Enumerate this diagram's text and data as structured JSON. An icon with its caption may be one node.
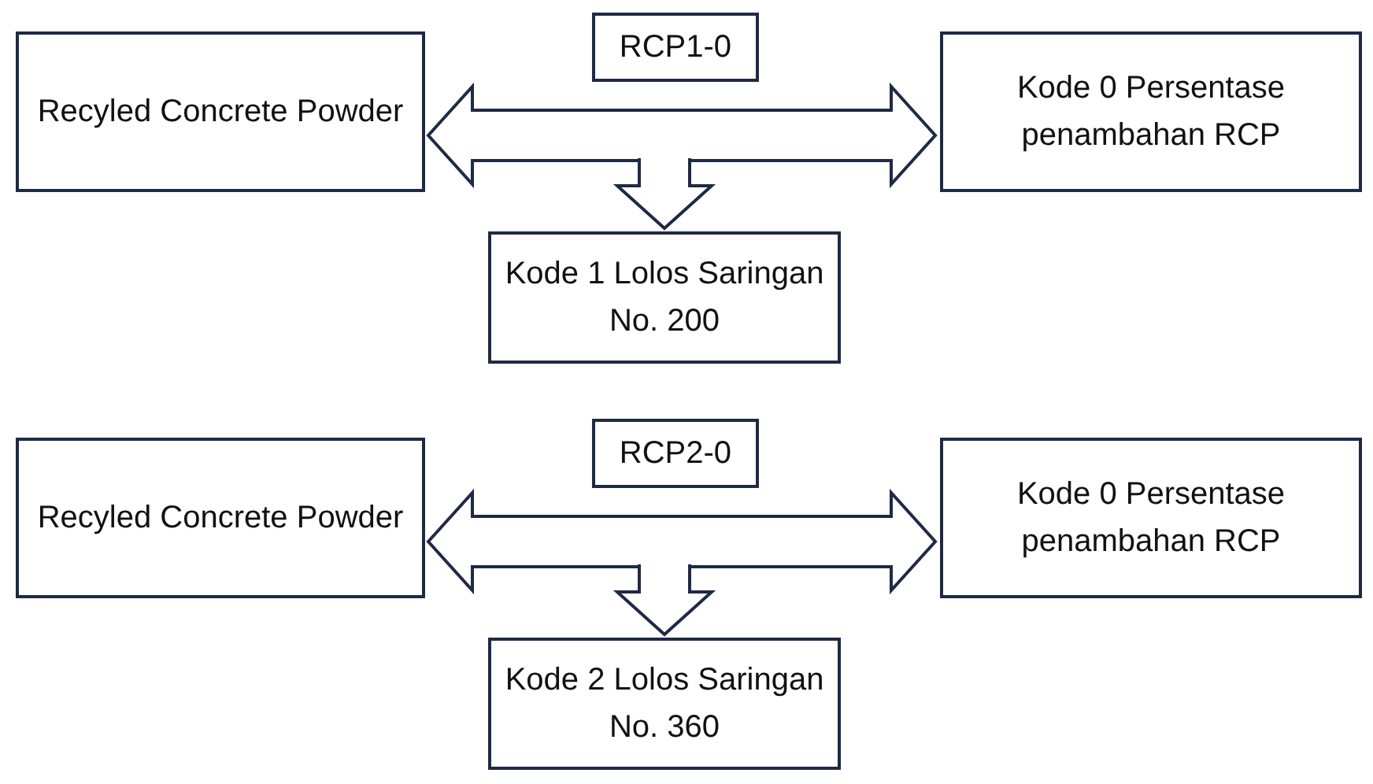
{
  "diagram": {
    "nodes": [
      {
        "text": [
          "RCP1-0"
        ]
      },
      {
        "text": [
          "Recyled Concrete Powder"
        ]
      },
      {
        "text": [
          "Kode 0 Persentase penambahan RCP"
        ]
      },
      {
        "text": [
          "Kode 1 Lolos Saringan No. 200"
        ]
      },
      {
        "text": [
          "RCP2-0"
        ]
      },
      {
        "text": [
          "Recyled Concrete Powder"
        ]
      },
      {
        "text": [
          "Kode 0 Persentase penambahan RCP"
        ]
      },
      {
        "text": [
          "Kode 2 Lolos Saringan No. 360"
        ]
      }
    ],
    "edges": [
      {
        "from": 1,
        "to": 2,
        "arrow": "both"
      },
      {
        "from": null,
        "to": 3,
        "arrow": "to"
      },
      {
        "from": 5,
        "to": 6,
        "arrow": "both"
      },
      {
        "from": null,
        "to": 7,
        "arrow": "to"
      }
    ]
  }
}
